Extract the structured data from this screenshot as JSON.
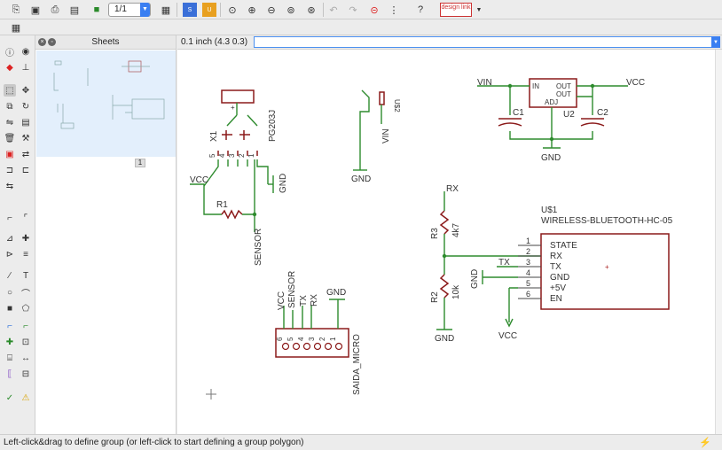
{
  "toolbar": {
    "page_value": "1/1",
    "design_link_label": "design link",
    "icons": [
      "open-icon",
      "save-icon",
      "print-icon",
      "cam-icon",
      "board-switch-icon",
      "page-icon",
      "script-icon",
      "ulp-icon",
      "zoom-fit-icon",
      "zoom-in-icon",
      "zoom-out-icon",
      "zoom-last-icon",
      "zoom-select-icon",
      "undo-icon",
      "redo-icon",
      "stop-icon",
      "pause-icon",
      "help-icon"
    ]
  },
  "toolbar2": {
    "grid_icon": "grid-icon"
  },
  "sheets_panel": {
    "title": "Sheets",
    "sheet_number": "1"
  },
  "coordinate_bar": {
    "coordinates": "0.1 inch (4.3 0.3)",
    "command_value": ""
  },
  "schematic": {
    "labels": {
      "x1": "X1",
      "pg203j": "PG203J",
      "gnd_x1": "GND",
      "vcc_r1": "VCC",
      "r1": "R1",
      "sensor_r1": "SENSOR",
      "u2_ref": "U$2",
      "vin_u2": "VIN",
      "gnd_u2": "GND",
      "vin_reg": "VIN",
      "vcc_reg": "VCC",
      "reg_in": "IN",
      "reg_out1": "OUT",
      "reg_out2": "OUT",
      "reg_adj": "ADJ",
      "u2": "U2",
      "c1": "C1",
      "c2": "C2",
      "gnd_reg": "GND",
      "rx_top": "RX",
      "r3": "R3",
      "r3_val": "4k7",
      "r2": "R2",
      "r2_val": "10k",
      "gnd_r2": "GND",
      "u1_ref": "U$1",
      "bt_name": "WIRELESS-BLUETOOTH-HC-05",
      "tx_net": "TX",
      "gnd_bt": "GND",
      "vcc_bt": "VCC",
      "conn_vcc": "VCC",
      "conn_sensor": "SENSOR",
      "conn_tx": "TX",
      "conn_rx": "RX",
      "conn_gnd": "GND",
      "saida": "SAIDA_MICRO"
    },
    "bt_pins": [
      {
        "num": "1",
        "name": "STATE"
      },
      {
        "num": "2",
        "name": "RX"
      },
      {
        "num": "3",
        "name": "TX"
      },
      {
        "num": "4",
        "name": "GND"
      },
      {
        "num": "5",
        "name": "+5V"
      },
      {
        "num": "6",
        "name": "EN"
      }
    ],
    "conn_pins": [
      "6",
      "5",
      "4",
      "3",
      "2",
      "1"
    ],
    "x1_pins": [
      "5",
      "4",
      "3",
      "2",
      "1"
    ]
  },
  "status": {
    "message": "Left-click&drag to define group (or left-click to start defining a group polygon)"
  }
}
